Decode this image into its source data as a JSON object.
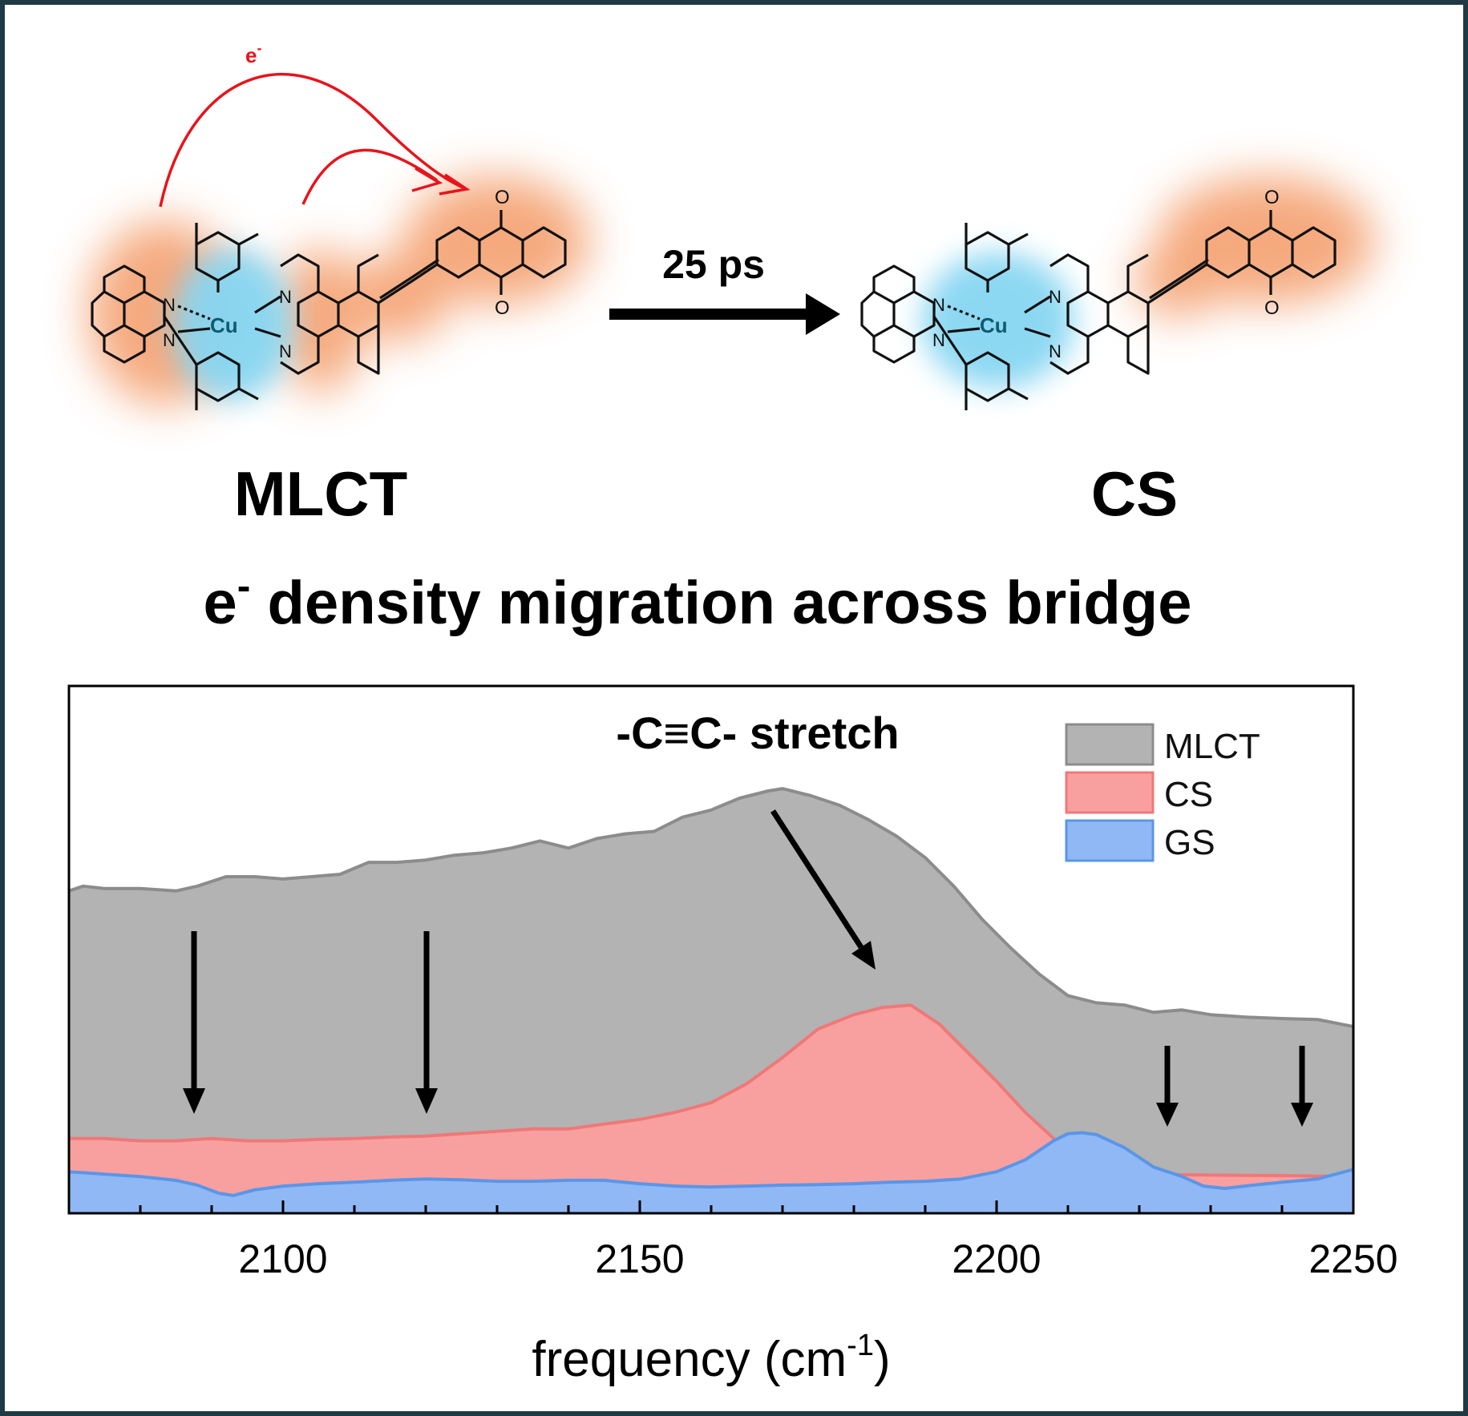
{
  "scheme": {
    "electron_label": "e-",
    "arrow_label": "25 ps",
    "left_state_label": "MLCT",
    "right_state_label": "CS",
    "caption": "e- density migration across bridge",
    "atom_labels": {
      "cu": "Cu",
      "n": "N",
      "o": "O"
    }
  },
  "colors": {
    "frame": "#1f3a45",
    "mlct_fill": "#b3b3b3",
    "mlct_line": "#8c8c8c",
    "cs_fill": "#f8a0a0",
    "cs_line": "#f07878",
    "gs_fill": "#90b8f4",
    "gs_line": "#5a96e8",
    "orange_glow": "#f4a070",
    "blue_glow": "#86d6f2",
    "red_arrow": "#e8131b"
  },
  "chart_data": {
    "type": "area",
    "xlabel": "frequency (cm-1)",
    "ylabel": "",
    "xlim": [
      2070,
      2250
    ],
    "ylim": [
      0,
      1
    ],
    "xticks": [
      2100,
      2150,
      2200,
      2250
    ],
    "annotation": "-C≡C- stretch",
    "legend": {
      "position": "top-right",
      "entries": [
        "MLCT",
        "CS",
        "GS"
      ]
    },
    "series": [
      {
        "name": "MLCT",
        "x": [
          2070,
          2072,
          2075,
          2080,
          2085,
          2088,
          2092,
          2096,
          2100,
          2104,
          2108,
          2112,
          2116,
          2120,
          2124,
          2128,
          2132,
          2136,
          2140,
          2144,
          2148,
          2152,
          2156,
          2160,
          2164,
          2168,
          2170,
          2174,
          2178,
          2182,
          2186,
          2190,
          2194,
          2198,
          2202,
          2206,
          2210,
          2214,
          2218,
          2222,
          2226,
          2230,
          2235,
          2240,
          2245,
          2250
        ],
        "y": [
          0.63,
          0.64,
          0.635,
          0.635,
          0.63,
          0.64,
          0.66,
          0.66,
          0.655,
          0.66,
          0.665,
          0.69,
          0.69,
          0.695,
          0.705,
          0.71,
          0.72,
          0.735,
          0.72,
          0.74,
          0.75,
          0.755,
          0.785,
          0.8,
          0.825,
          0.84,
          0.845,
          0.83,
          0.81,
          0.78,
          0.745,
          0.7,
          0.64,
          0.57,
          0.51,
          0.455,
          0.41,
          0.395,
          0.39,
          0.375,
          0.38,
          0.37,
          0.365,
          0.362,
          0.36,
          0.345
        ]
      },
      {
        "name": "CS",
        "x": [
          2070,
          2075,
          2080,
          2085,
          2090,
          2095,
          2100,
          2105,
          2110,
          2115,
          2120,
          2125,
          2130,
          2135,
          2140,
          2145,
          2150,
          2155,
          2160,
          2165,
          2170,
          2175,
          2180,
          2184,
          2188,
          2192,
          2196,
          2200,
          2204,
          2208,
          2212,
          2216,
          2220,
          2230,
          2240,
          2250
        ],
        "y": [
          0.11,
          0.11,
          0.105,
          0.105,
          0.11,
          0.105,
          0.105,
          0.108,
          0.11,
          0.113,
          0.115,
          0.12,
          0.125,
          0.13,
          0.13,
          0.14,
          0.15,
          0.165,
          0.185,
          0.225,
          0.28,
          0.34,
          0.37,
          0.385,
          0.39,
          0.35,
          0.29,
          0.23,
          0.165,
          0.11,
          0.07,
          0.045,
          0.035,
          0.033,
          0.032,
          0.03
        ]
      },
      {
        "name": "GS",
        "x": [
          2070,
          2075,
          2080,
          2085,
          2088,
          2091,
          2093,
          2096,
          2100,
          2105,
          2110,
          2115,
          2120,
          2125,
          2130,
          2135,
          2140,
          2145,
          2150,
          2155,
          2160,
          2165,
          2170,
          2175,
          2180,
          2185,
          2190,
          2195,
          2200,
          2204,
          2208,
          2210,
          2212,
          2214,
          2218,
          2222,
          2226,
          2229,
          2232,
          2236,
          2240,
          2245,
          2250
        ],
        "y": [
          0.04,
          0.035,
          0.03,
          0.022,
          0.012,
          -0.005,
          -0.01,
          0.002,
          0.01,
          0.015,
          0.018,
          0.022,
          0.025,
          0.023,
          0.02,
          0.02,
          0.022,
          0.022,
          0.015,
          0.01,
          0.008,
          0.01,
          0.012,
          0.013,
          0.015,
          0.018,
          0.02,
          0.025,
          0.04,
          0.065,
          0.105,
          0.12,
          0.122,
          0.118,
          0.09,
          0.05,
          0.03,
          0.01,
          0.005,
          0.012,
          0.018,
          0.025,
          0.045
        ]
      }
    ]
  }
}
